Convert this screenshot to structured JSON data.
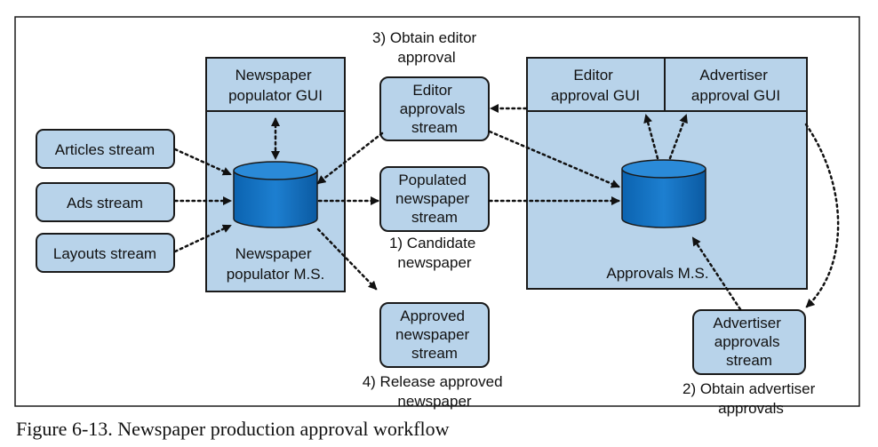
{
  "components": {
    "newspaper_gui": [
      "Newspaper",
      "populator GUI"
    ],
    "newspaper_ms": [
      "Newspaper",
      "populator M.S."
    ],
    "editor_gui": [
      "Editor",
      "approval GUI"
    ],
    "advertiser_gui": [
      "Advertiser",
      "approval GUI"
    ],
    "approvals_ms": [
      "Approvals M.S."
    ]
  },
  "streams": {
    "articles": [
      "Articles stream"
    ],
    "ads": [
      "Ads stream"
    ],
    "layouts": [
      "Layouts stream"
    ],
    "editor_approvals": [
      "Editor",
      "approvals",
      "stream"
    ],
    "populated": [
      "Populated",
      "newspaper",
      "stream"
    ],
    "approved": [
      "Approved",
      "newspaper",
      "stream"
    ],
    "advertiser_approvals": [
      "Advertiser",
      "approvals",
      "stream"
    ]
  },
  "annotations": {
    "step1": [
      "1) Candidate",
      "newspaper"
    ],
    "step2": [
      "2) Obtain advertiser",
      "approvals"
    ],
    "step3": [
      "3) Obtain editor",
      "approval"
    ],
    "step4": [
      "4) Release approved",
      "newspaper"
    ]
  },
  "caption": "Figure 6-13. Newspaper production approval workflow"
}
